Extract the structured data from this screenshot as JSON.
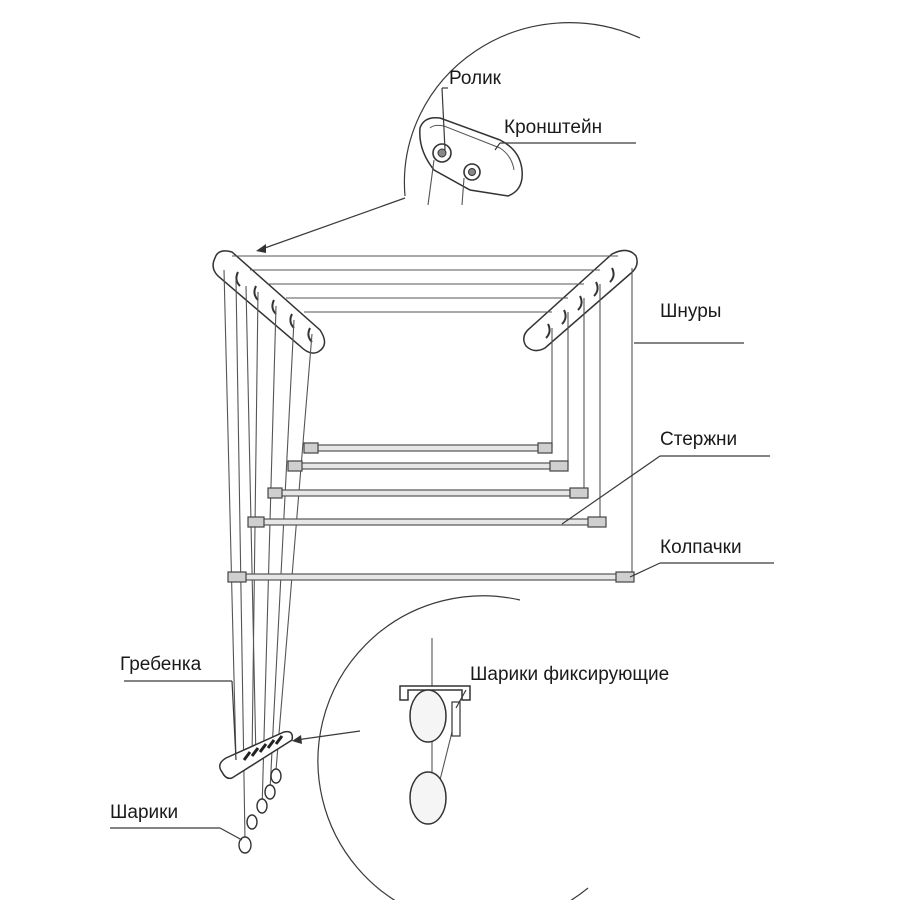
{
  "labels": {
    "roller": "Ролик",
    "bracket": "Кронштейн",
    "cords": "Шнуры",
    "rods": "Стержни",
    "caps": "Колпачки",
    "comb": "Гребенка",
    "fixing_balls": "Шарики фиксирующие",
    "balls": "Шарики"
  }
}
